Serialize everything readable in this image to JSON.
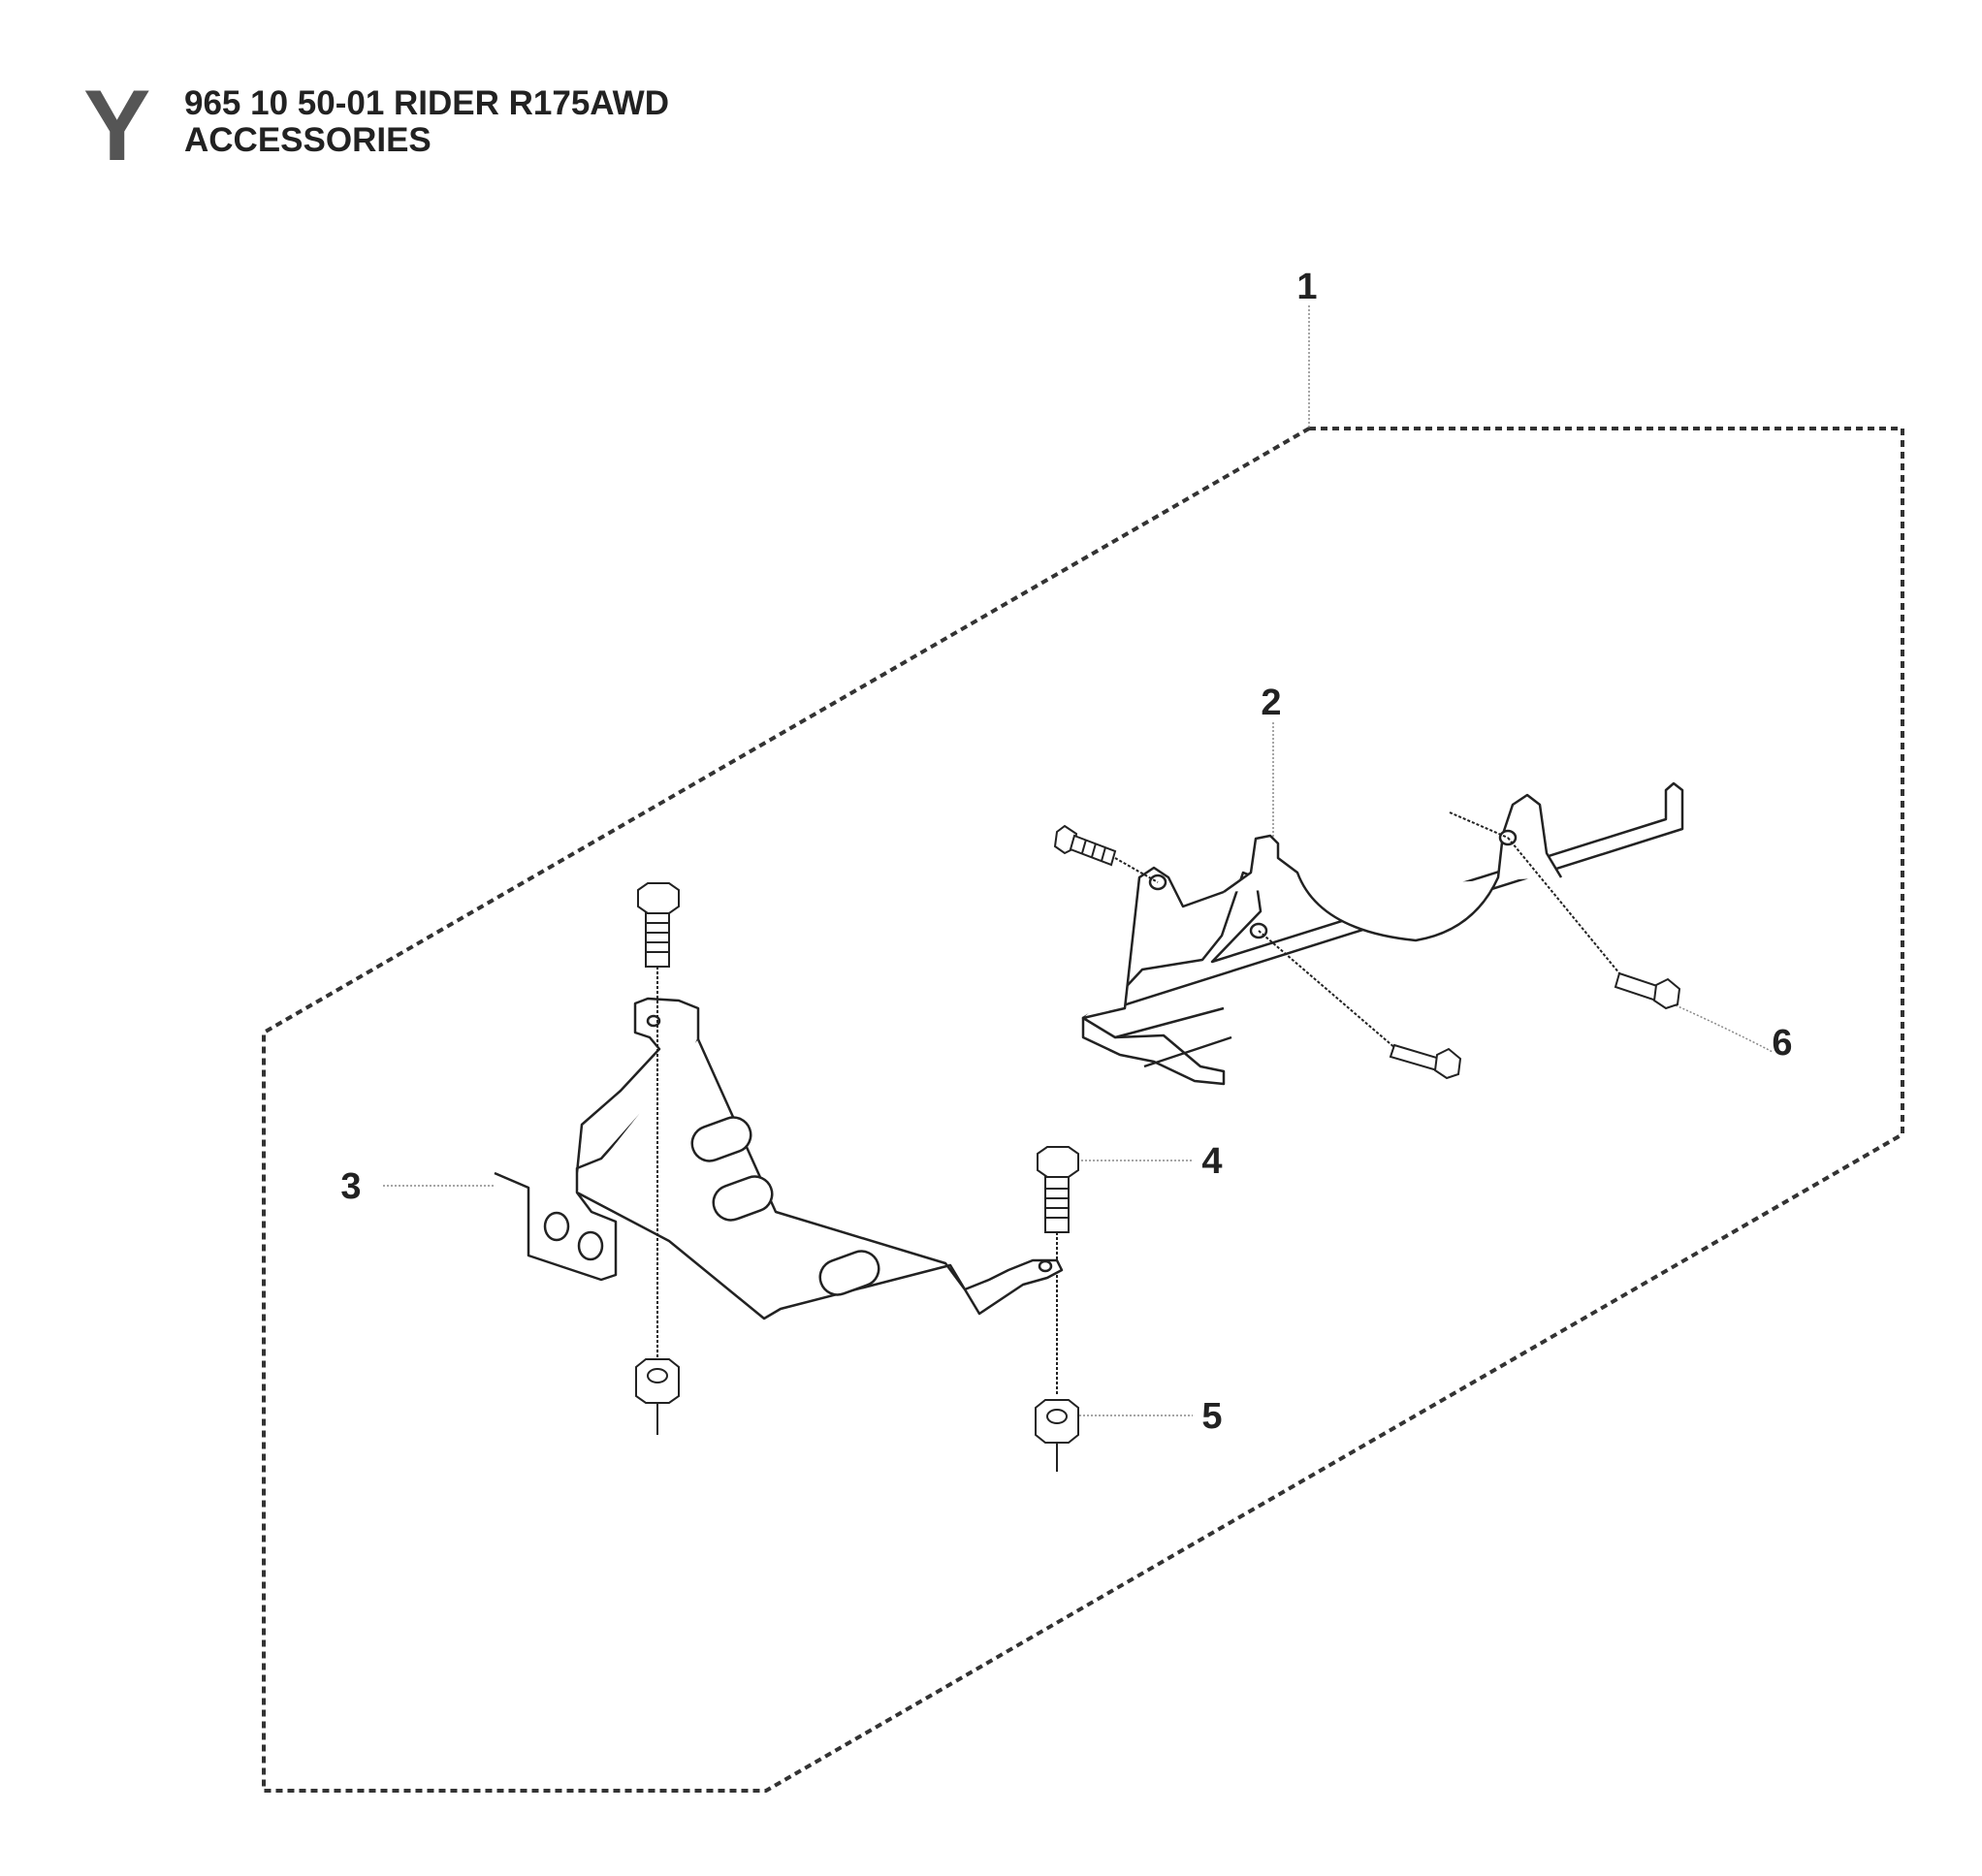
{
  "header": {
    "section_letter": "Y",
    "title_line1": "965 10 50-01 RIDER R175AWD",
    "title_line2": "ACCESSORIES"
  },
  "callouts": [
    {
      "number": "1",
      "part": "kit-outline"
    },
    {
      "number": "2",
      "part": "rear-bracket"
    },
    {
      "number": "3",
      "part": "front-bracket"
    },
    {
      "number": "4",
      "part": "bolt"
    },
    {
      "number": "5",
      "part": "nut"
    },
    {
      "number": "6",
      "part": "bolt"
    }
  ],
  "colors": {
    "line": "#222222",
    "dashed": "#333333",
    "leader": "#888888"
  }
}
